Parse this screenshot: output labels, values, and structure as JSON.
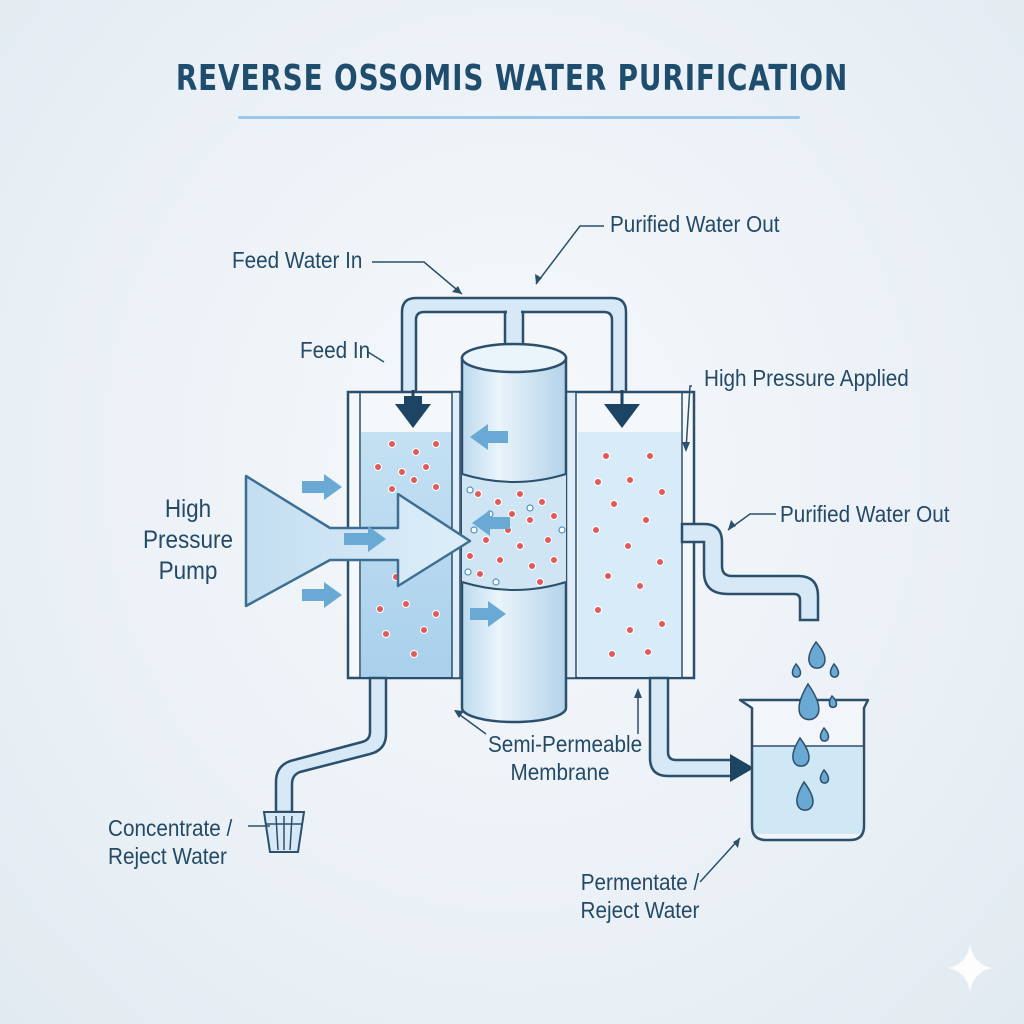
{
  "title": "REVERSE OSSOMIS WATER PURIFICATION",
  "labels": {
    "feed_water_in": "Feed Water In",
    "purified_water_out_top": "Purified Water Out",
    "feed_in": "Feed In",
    "high_pressure_applied": "High Pressure Applied",
    "purified_water_out_right": "Purified Water Out",
    "high_pressure_pump": [
      "High",
      "Pressure",
      "Pump"
    ],
    "semi_permeable_membrane": [
      "Semi-Permeable",
      "Membrane"
    ],
    "concentrate_reject_water": [
      "Concentrate /",
      "Reject Water"
    ],
    "permentate_reject_water": [
      "Permentate /",
      "Reject Water"
    ]
  },
  "colors": {
    "title": "#1f4d6e",
    "outline": "#2c4f6b",
    "water": "#b7daf0",
    "pipe": "#d7e9f6",
    "arrow": "#4d93c6",
    "contaminant": "#e05a5a",
    "dark_arrow": "#1d4563"
  },
  "icons": [
    "sparkle-icon"
  ]
}
